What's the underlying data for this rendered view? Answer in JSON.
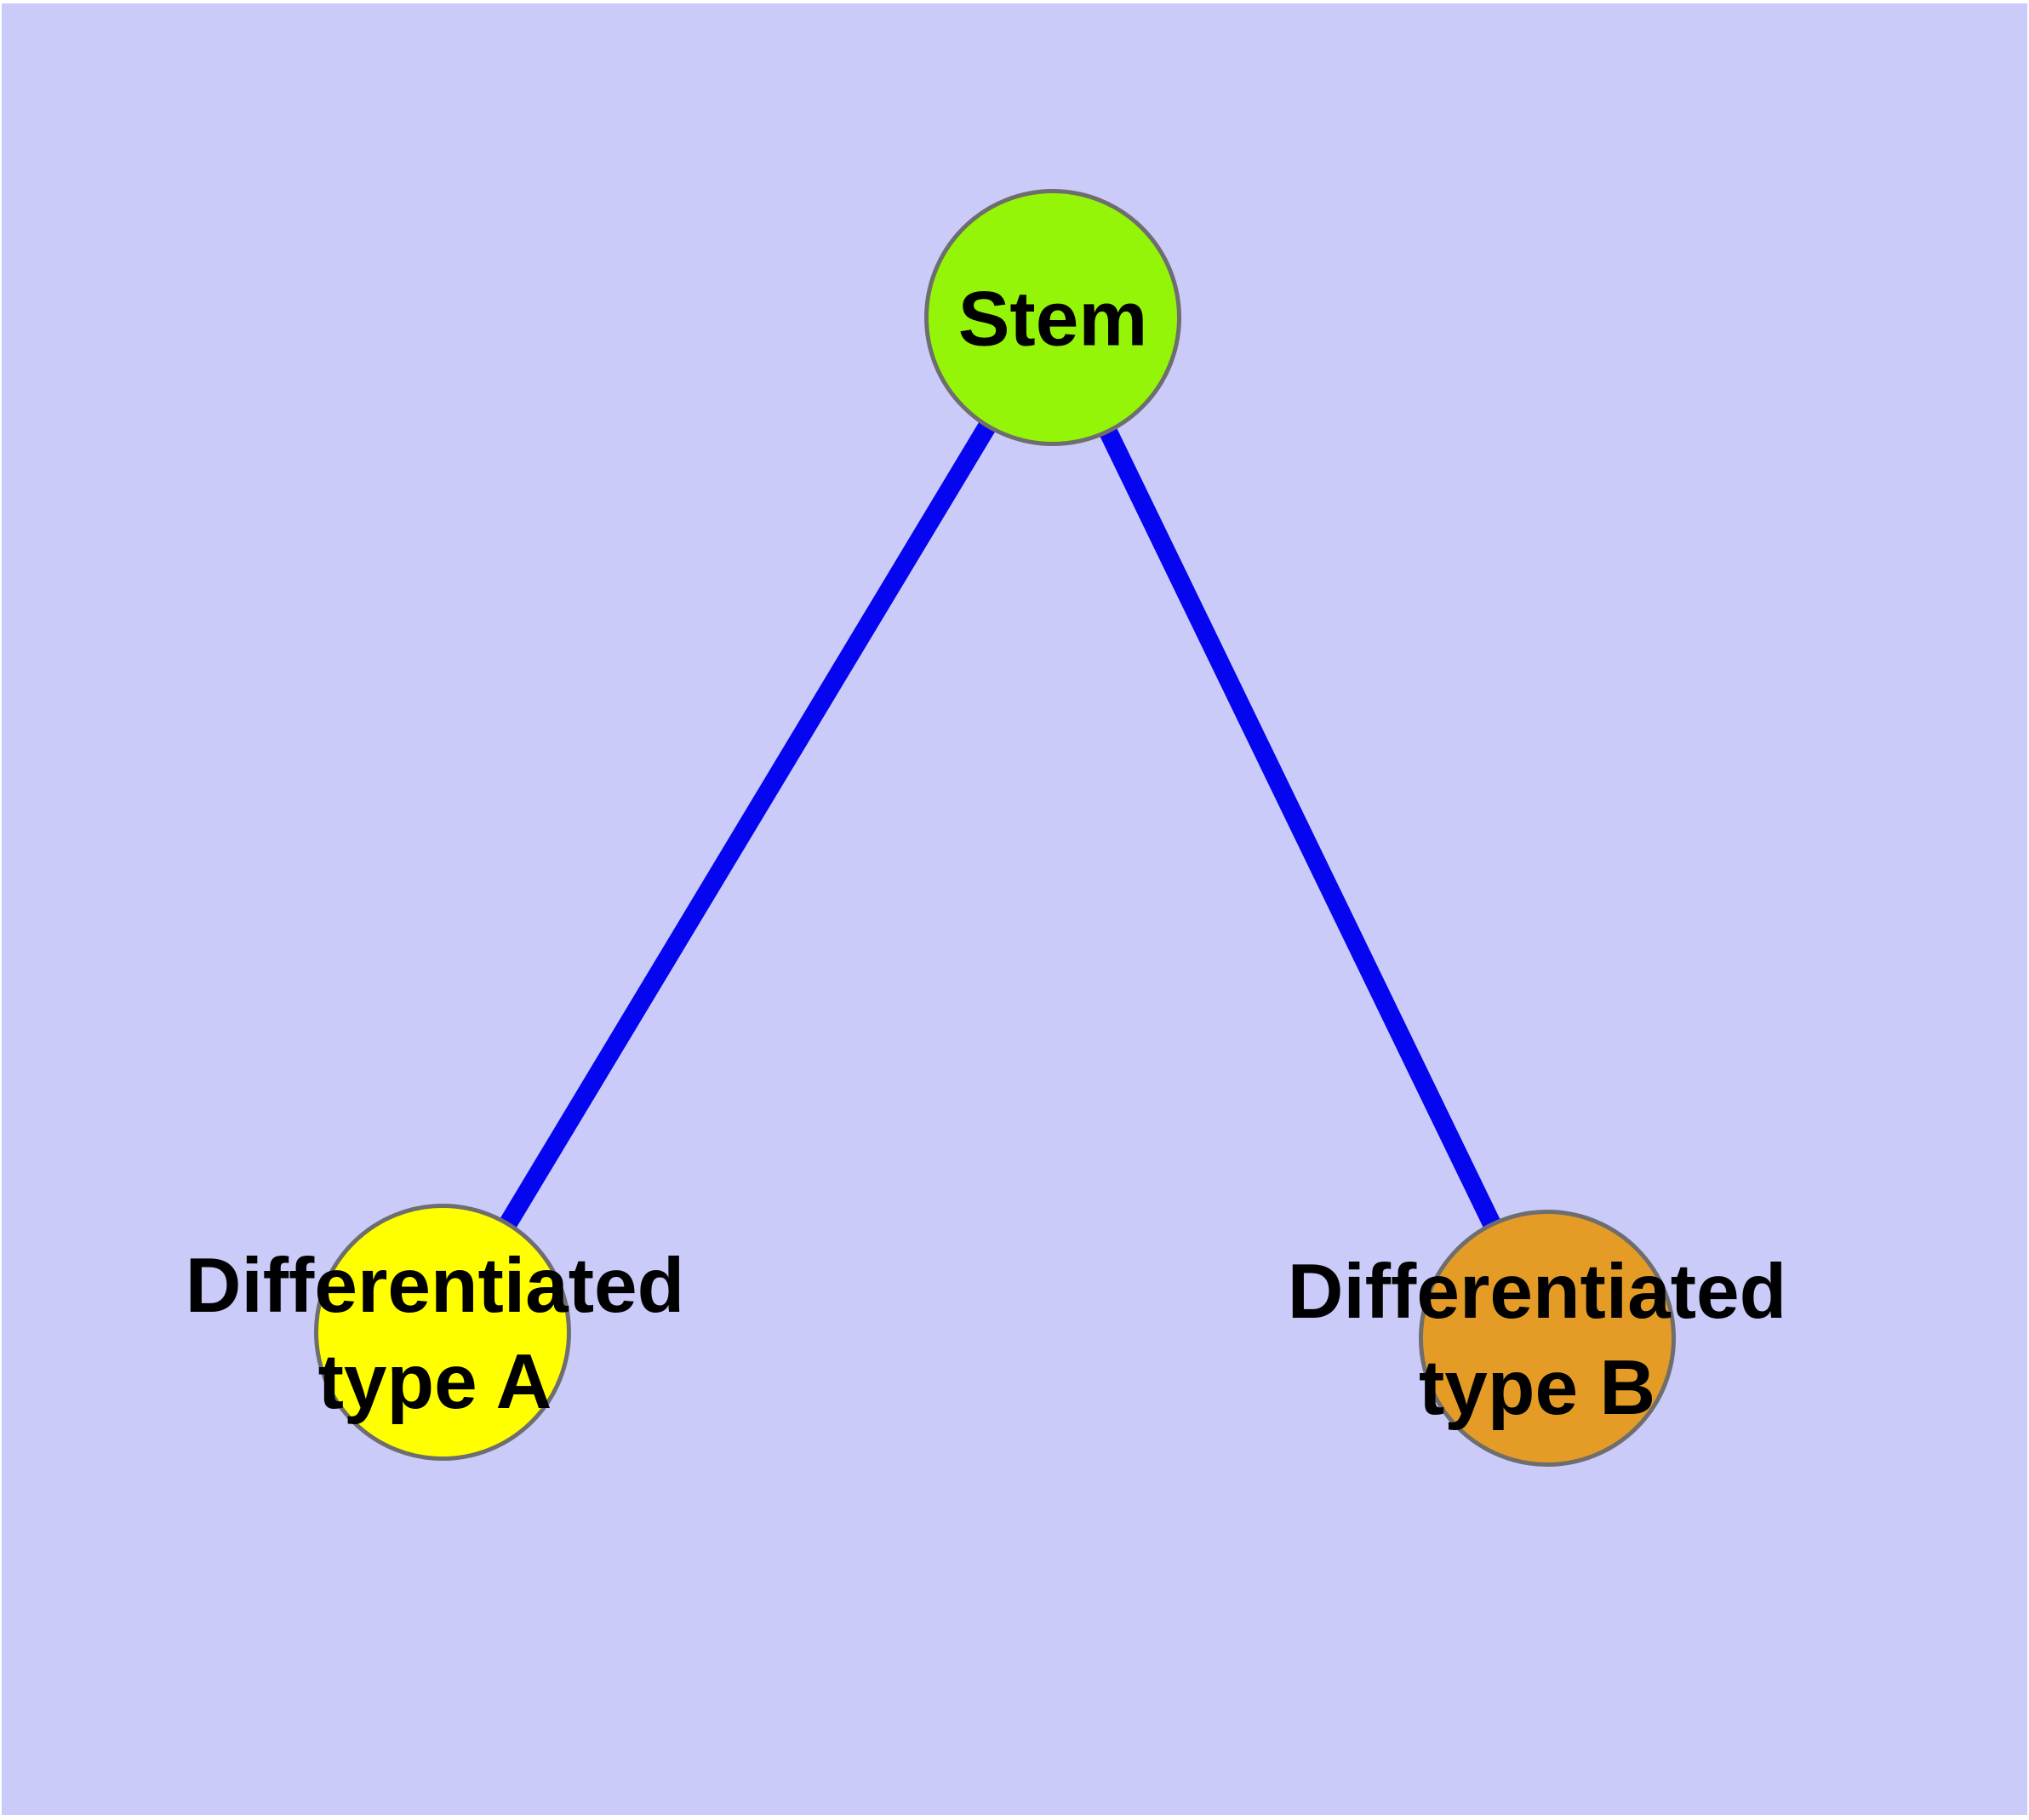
{
  "diagram": {
    "type": "node-link-graph",
    "description": "Stem cell differentiation tree: one stem node with two differentiated child types",
    "colors": {
      "canvas_background": "#CBCBFA",
      "page_border": "#FFFFFF",
      "edge": "#0505F0",
      "node_border": "#6E6E6E",
      "label_text": "#000000"
    },
    "nodes": [
      {
        "id": "stem",
        "label": "Stem",
        "color": "#95F508",
        "shape": "circle"
      },
      {
        "id": "diff-a",
        "label": "Differentiated\ntype A",
        "color": "#FFFF00",
        "shape": "circle"
      },
      {
        "id": "diff-b",
        "label": "Differentiated\ntype B",
        "color": "#E49C26",
        "shape": "circle"
      }
    ],
    "edges": [
      {
        "from": "stem",
        "to": "diff-a"
      },
      {
        "from": "stem",
        "to": "diff-b"
      }
    ]
  }
}
